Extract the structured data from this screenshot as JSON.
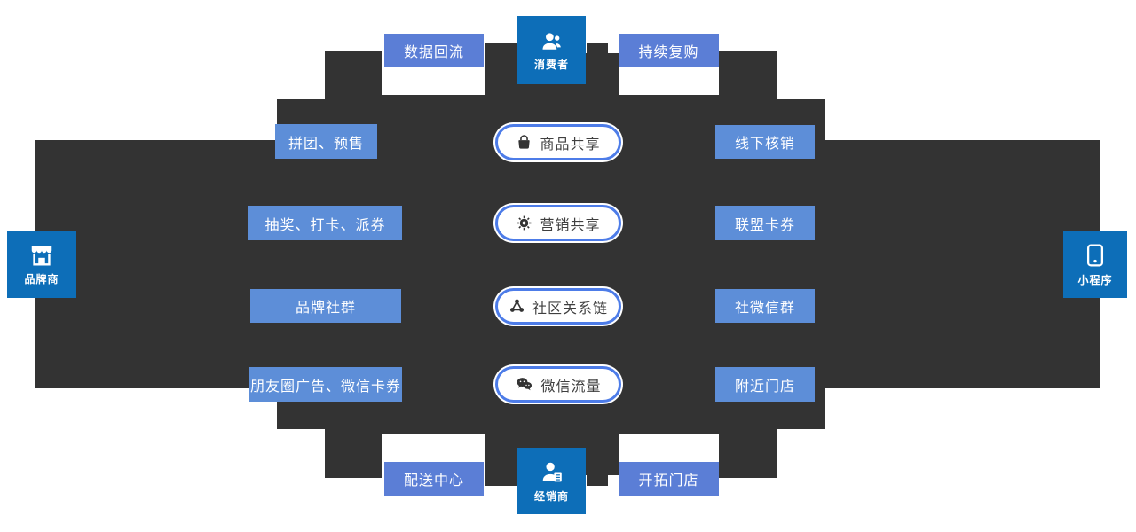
{
  "palette": {
    "ring_dark": "#333333",
    "node_blue": "#0d6eb8",
    "button_indigo": "#5b7ed6",
    "button_sky": "#5d8ed8",
    "pill_border_blue": "#4d7ce8",
    "pill_text": "#3f3f3f"
  },
  "nodes": {
    "consumer": {
      "label": "消费者",
      "icon": "users-icon"
    },
    "brand": {
      "label": "品牌商",
      "icon": "storefront-icon"
    },
    "mini_program": {
      "label": "小程序",
      "icon": "phone-icon"
    },
    "distributor": {
      "label": "经销商",
      "icon": "person-doc-icon"
    }
  },
  "flow_buttons": {
    "top_left": "数据回流",
    "top_right": "持续复购",
    "bottom_left": "配送中心",
    "bottom_right": "开拓门店"
  },
  "left_buttons": [
    "拼团、预售",
    "抽奖、打卡、派券",
    "品牌社群",
    "朋友圈广告、微信卡券"
  ],
  "right_buttons": [
    "线下核销",
    "联盟卡券",
    "社微信群",
    "附近门店"
  ],
  "center_pills": [
    {
      "label": "商品共享",
      "icon": "bag-icon"
    },
    {
      "label": "营销共享",
      "icon": "gear-icon"
    },
    {
      "label": "社区关系链",
      "icon": "network-icon"
    },
    {
      "label": "微信流量",
      "icon": "wechat-icon"
    }
  ]
}
